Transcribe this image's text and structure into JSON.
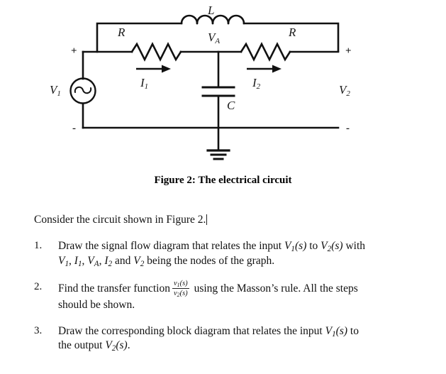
{
  "figure": {
    "caption": "Figure 2: The electrical circuit",
    "labels": {
      "inductor": "L",
      "resistor_left": "R",
      "resistor_right": "R",
      "capacitor": "C",
      "node_a": "V",
      "node_a_sub": "A",
      "source": "V",
      "source_sub": "1",
      "current_left": "I",
      "current_left_sub": "1",
      "current_right": "I",
      "current_right_sub": "2",
      "output": "V",
      "output_sub": "2",
      "plus_left": "+",
      "minus_left": "-",
      "plus_right": "+",
      "minus_right": "-"
    },
    "icons": {
      "ac_source": "ac-source-icon",
      "inductor": "inductor-icon",
      "resistor": "resistor-icon",
      "capacitor": "capacitor-icon",
      "ground": "ground-icon",
      "current_arrow": "current-arrow-icon"
    },
    "colors": {
      "wire": "#111111",
      "text": "#1a1a1a",
      "background": "#ffffff"
    }
  },
  "body": {
    "intro": "Consider the circuit shown in Figure 2.",
    "tasks": [
      {
        "marker": "1.",
        "line1_before": "Draw the signal flow diagram that relates the input ",
        "v1": "V",
        "v1_sub": "1",
        "v1_arg": "(s)",
        "line1_mid": " to ",
        "v2": "V",
        "v2_sub": "2",
        "v2_arg": "(s)",
        "line1_after": " with",
        "line2_nodes": [
          "V",
          "1",
          "I",
          "1",
          "V",
          "A",
          "I",
          "2",
          "V",
          "2"
        ],
        "line2_text": " being the nodes of the graph.",
        "line2_and": " and "
      },
      {
        "marker": "2.",
        "before_frac": "Find the transfer function",
        "frac_num": "v",
        "frac_num_sub": "1",
        "frac_num_arg": "(s)",
        "frac_den": "v",
        "frac_den_sub": "2",
        "frac_den_arg": "(s)",
        "after_frac": " using the Masson’s rule. All the steps",
        "line2": "should be shown."
      },
      {
        "marker": "3.",
        "line1_before": "Draw the corresponding block diagram that relates the input ",
        "v1": "V",
        "v1_sub": "1",
        "v1_arg": "(s)",
        "line1_after": " to",
        "line2_before": "the output ",
        "v2": "V",
        "v2_sub": "2",
        "v2_arg": "(s)",
        "line2_after": "."
      }
    ]
  }
}
